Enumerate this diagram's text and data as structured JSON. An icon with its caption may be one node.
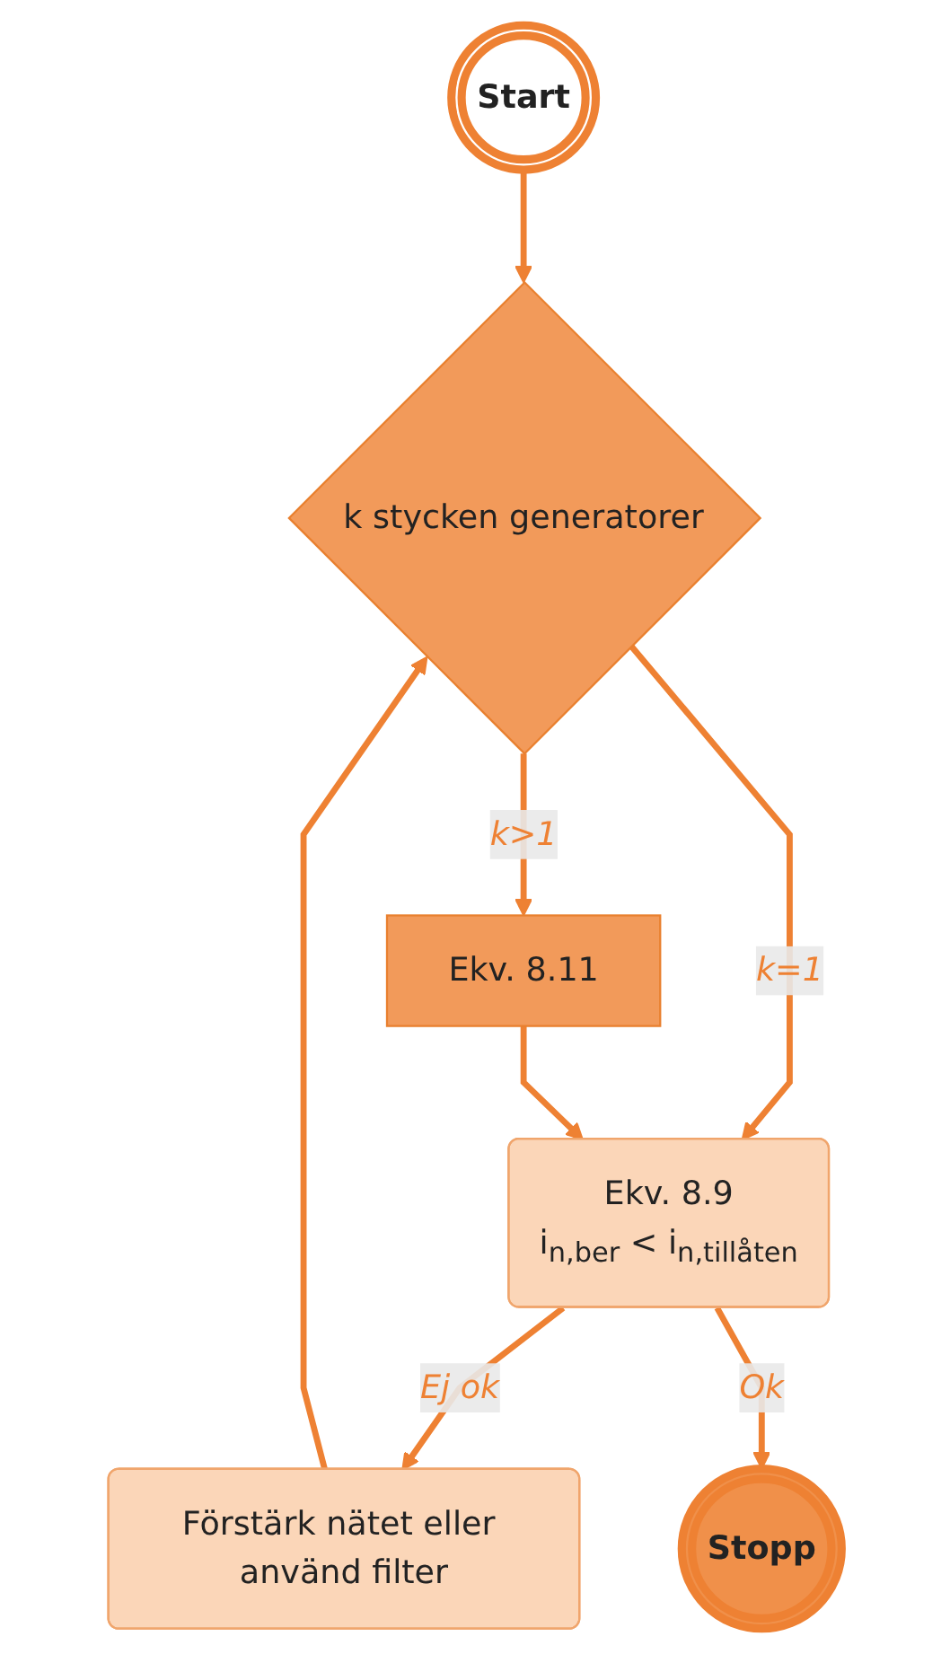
{
  "diagram": {
    "nodes": [
      {
        "text": [
          "Start"
        ]
      },
      {
        "text": [
          "Förstärk nätet eller använd filter"
        ]
      },
      {
        "text": [
          "k stycken generatorer"
        ]
      },
      {
        "text": [
          "Ekv. 8.11"
        ]
      },
      {
        "text": [
          "Ekv. 8.9",
          "i$_{n,ber}$ < i$_{n,tillåten}$"
        ]
      },
      {
        "text": [
          "Stopp"
        ]
      }
    ],
    "edges": [
      {
        "from": 0,
        "to": 2,
        "arrow": "to"
      },
      {
        "from": 1,
        "to": 2,
        "arrow": "to"
      },
      {
        "from": 2,
        "to": 4,
        "arrow": "to",
        "label": "k=1"
      },
      {
        "from": 2,
        "to": 3,
        "arrow": "to",
        "label": "k>1"
      },
      {
        "from": 3,
        "to": 4,
        "arrow": "to"
      },
      {
        "from": 4,
        "to": 1,
        "arrow": "to",
        "label": "Ej ok"
      },
      {
        "from": 4,
        "to": 5,
        "arrow": "to",
        "label": "Ok"
      }
    ]
  }
}
